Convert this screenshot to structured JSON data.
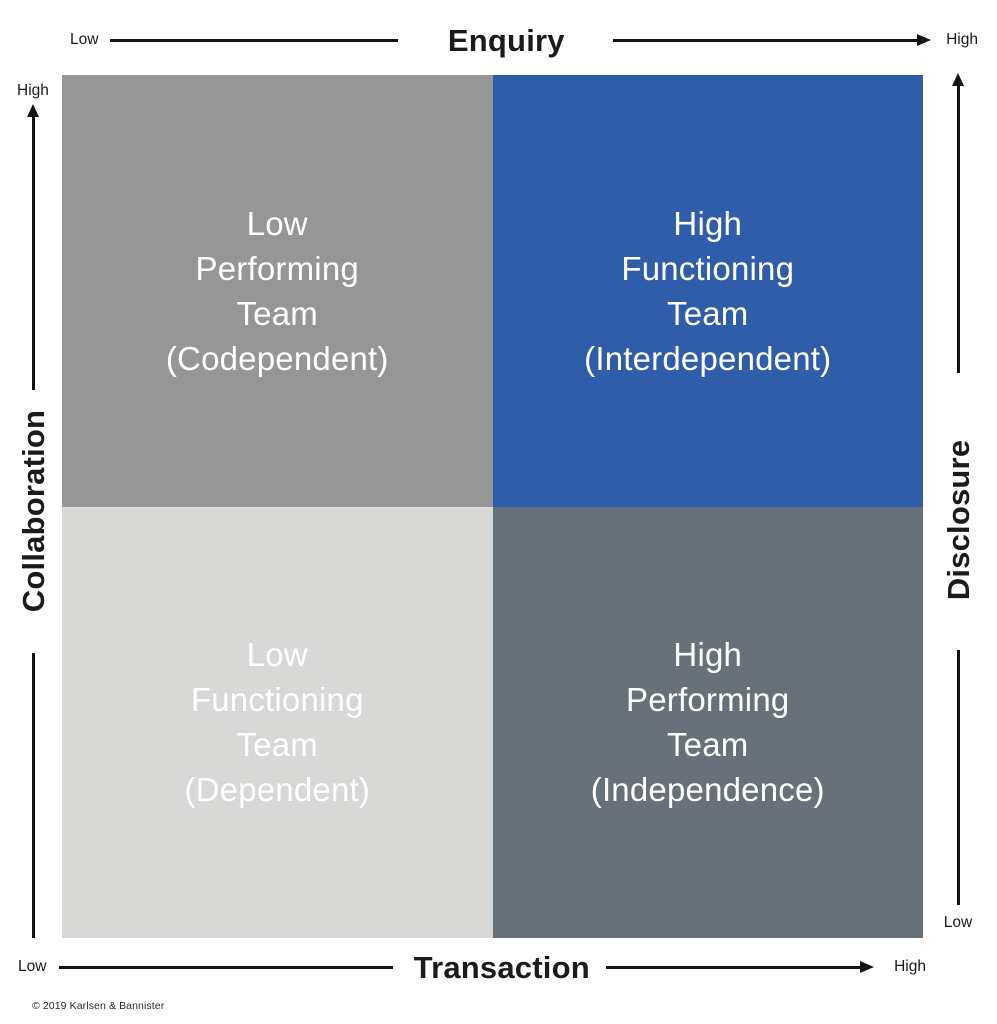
{
  "axes": {
    "top": {
      "low": "Low",
      "title": "Enquiry",
      "high": "High"
    },
    "bottom": {
      "low": "Low",
      "title": "Transaction",
      "high": "High"
    },
    "left": {
      "high": "High",
      "title": "Collaboration"
    },
    "right": {
      "title": "Disclosure",
      "low": "Low"
    }
  },
  "quadrants": [
    {
      "position": "top-left",
      "text": "Low\nPerforming\nTeam\n(Codependent)",
      "color": "#969696",
      "text_color": "#ffffff"
    },
    {
      "position": "top-right",
      "text": "High\nFunctioning\nTeam\n(Interdependent)",
      "color": "#2F5DA9",
      "text_color": "#ffffff"
    },
    {
      "position": "bottom-left",
      "text": "Low\nFunctioning\nTeam\n(Dependent)",
      "color": "#D8D8D7",
      "text_color": "#ffffff"
    },
    {
      "position": "bottom-right",
      "text": "High\nPerforming\nTeam\n(Independence)",
      "color": "#68707A",
      "text_color": "#ffffff"
    }
  ],
  "copyright": "© 2019 Karlsen & Bannister",
  "colors": {
    "axis_line": "#141414",
    "background": "#ffffff"
  }
}
